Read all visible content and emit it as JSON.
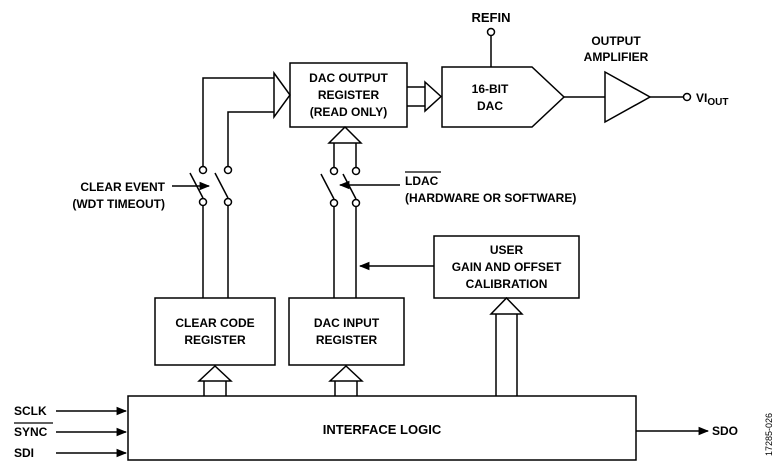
{
  "refin": "REFIN",
  "dac_output_register": [
    "DAC OUTPUT",
    "REGISTER",
    "(READ ONLY)"
  ],
  "dac_16bit": [
    "16-BIT",
    "DAC"
  ],
  "output_amplifier": [
    "OUTPUT",
    "AMPLIFIER"
  ],
  "viout": {
    "main": "VI",
    "sub": "OUT"
  },
  "clear_event": [
    "CLEAR EVENT",
    "(WDT TIMEOUT)"
  ],
  "ldac": {
    "name": "LDAC",
    "note": "(HARDWARE OR SOFTWARE)"
  },
  "user_calibration": [
    "USER",
    "GAIN AND OFFSET",
    "CALIBRATION"
  ],
  "clear_code_register": [
    "CLEAR CODE",
    "REGISTER"
  ],
  "dac_input_register": [
    "DAC INPUT",
    "REGISTER"
  ],
  "interface_logic": "INTERFACE LOGIC",
  "inputs": {
    "sclk": "SCLK",
    "sync": "SYNC",
    "sdi": "SDI"
  },
  "sdo": "SDO",
  "figure_code": "17285-026"
}
